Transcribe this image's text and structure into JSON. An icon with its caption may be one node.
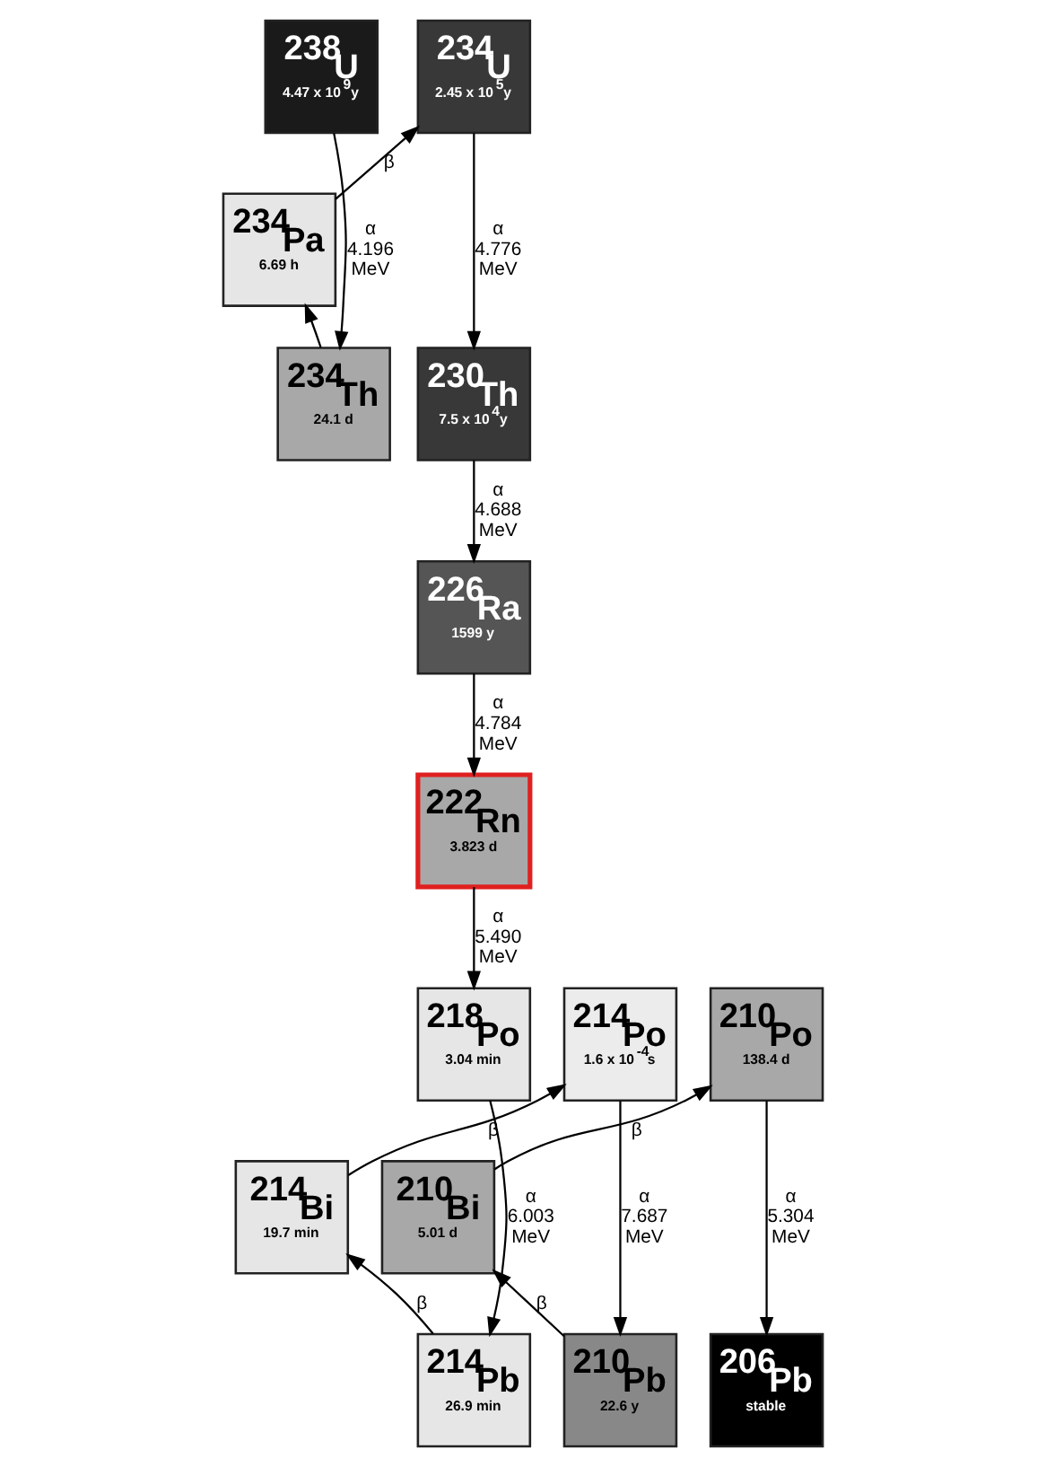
{
  "diagram": {
    "nodes": [
      {
        "text": [
          "$^{238}$U",
          "4.47 x 10$^{9}$y"
        ]
      },
      {
        "text": [
          "$^{234}$U",
          "2.45 x 10$^{5}$y"
        ]
      },
      {
        "text": [
          "$^{234}$Pa",
          "6.69 h"
        ]
      },
      {
        "text": [
          "$^{234}$Th",
          "24.1 d"
        ]
      },
      {
        "text": [
          "$^{230}$Th",
          "7.5 x 10$^{4}$y"
        ]
      },
      {
        "text": [
          "$^{226}$Ra",
          "1599 y"
        ]
      },
      {
        "text": [
          "$^{222}$Rn",
          "3.823 d"
        ]
      },
      {
        "text": [
          "$^{218}$Po",
          "3.04 min"
        ]
      },
      {
        "text": [
          "$^{214}$Po",
          "1.6 x 10$^{-4}$s"
        ]
      },
      {
        "text": [
          "$^{210}$Po",
          "138.4 d"
        ]
      },
      {
        "text": [
          "$^{214}$Bi",
          "19.7 min"
        ]
      },
      {
        "text": [
          "$^{210}$Bi",
          "5.01 d"
        ]
      },
      {
        "text": [
          "$^{214}$Pb",
          "26.9 min"
        ]
      },
      {
        "text": [
          "$^{210}$Pb",
          "22.6 y"
        ]
      },
      {
        "text": [
          "$^{206}$Pb",
          "stable"
        ]
      }
    ],
    "edges": [
      {
        "from": 0,
        "to": 3,
        "arrow": "to",
        "label": "α 4.196 MeV"
      },
      {
        "from": 3,
        "to": 2,
        "arrow": "to"
      },
      {
        "from": 2,
        "to": 1,
        "arrow": "to",
        "label": "β"
      },
      {
        "from": 1,
        "to": 4,
        "arrow": "to",
        "label": "α 4.776 MeV"
      },
      {
        "from": 4,
        "to": 5,
        "arrow": "to",
        "label": "α 4.688 MeV"
      },
      {
        "from": 5,
        "to": 6,
        "arrow": "to",
        "label": "α 4.784 MeV"
      },
      {
        "from": 6,
        "to": 7,
        "arrow": "to",
        "label": "α 5.490 MeV"
      },
      {
        "from": 7,
        "to": 12,
        "arrow": "to",
        "label": "α 6.003 MeV"
      },
      {
        "from": 12,
        "to": 10,
        "arrow": "to",
        "label": "β"
      },
      {
        "from": 10,
        "to": 8,
        "arrow": "to",
        "label": "β"
      },
      {
        "from": 8,
        "to": 13,
        "arrow": "to",
        "label": "α 7.687 MeV"
      },
      {
        "from": 13,
        "to": 11,
        "arrow": "to",
        "label": "β"
      },
      {
        "from": 11,
        "to": 9,
        "arrow": "to",
        "label": "β"
      },
      {
        "from": 9,
        "to": 14,
        "arrow": "to",
        "label": "α 5.304 MeV"
      }
    ]
  }
}
